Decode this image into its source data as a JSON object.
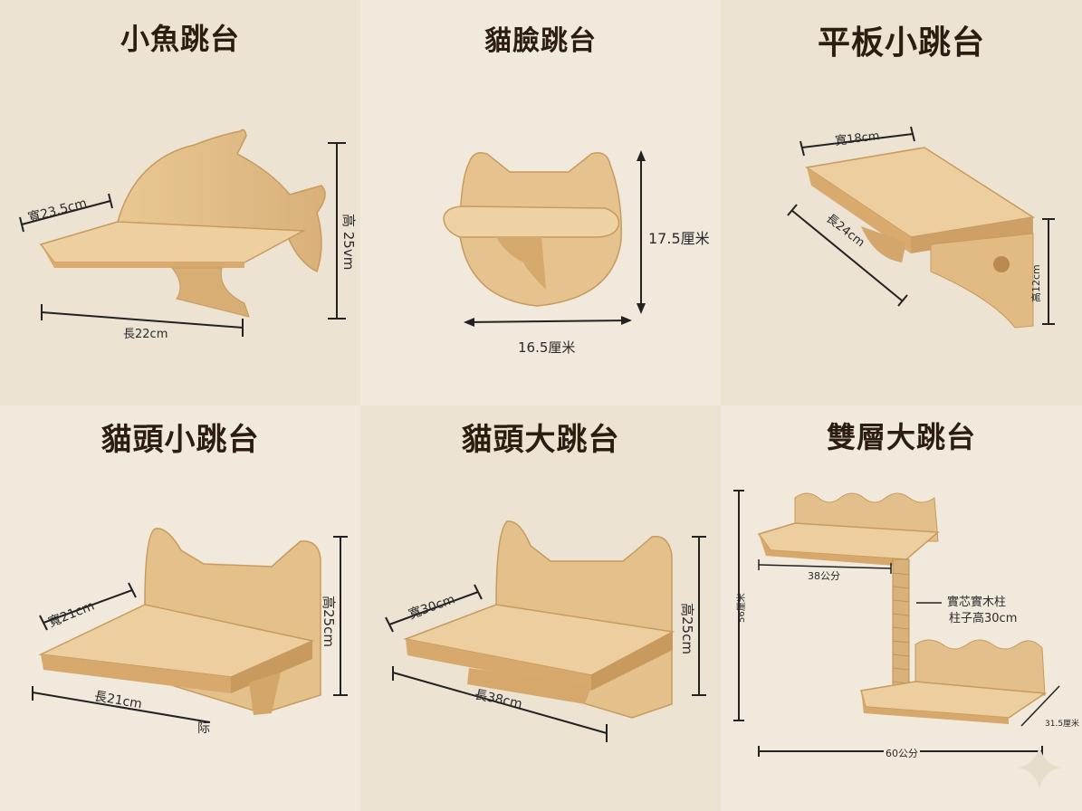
{
  "colors": {
    "background_a": "#ece3d2",
    "background_b": "#f0e9dc",
    "wood": "#e4c08c",
    "wood_dark": "#c99a5e",
    "title_text": "#2b1d12"
  },
  "panels": [
    {
      "title": "小魚跳台",
      "dims": {
        "width": "寬23.5cm",
        "length": "長22cm",
        "height": "高 25vm"
      }
    },
    {
      "title": "貓臉跳台",
      "dims": {
        "height": "17.5厘米",
        "width": "16.5厘米"
      }
    },
    {
      "title": "平板小跳台",
      "dims": {
        "width": "寬18cm",
        "length": "長24cm",
        "height": "高12cm"
      }
    },
    {
      "title": "貓頭小跳台",
      "dims": {
        "width": "寬21cm",
        "length": "長21cm",
        "height": "高25cm",
        "misc": "际"
      }
    },
    {
      "title": "貓頭大跳台",
      "dims": {
        "width": "寬30cm",
        "length": "長38cm",
        "height": "高25cm"
      }
    },
    {
      "title": "雙層大跳台",
      "dims": {
        "top_width": "38公分",
        "height": "56厘米",
        "pillar_line1": "實芯實木柱",
        "pillar_line2": "柱子高30cm",
        "depth": "31.5厘米",
        "bottom_width": "60公分"
      }
    }
  ]
}
